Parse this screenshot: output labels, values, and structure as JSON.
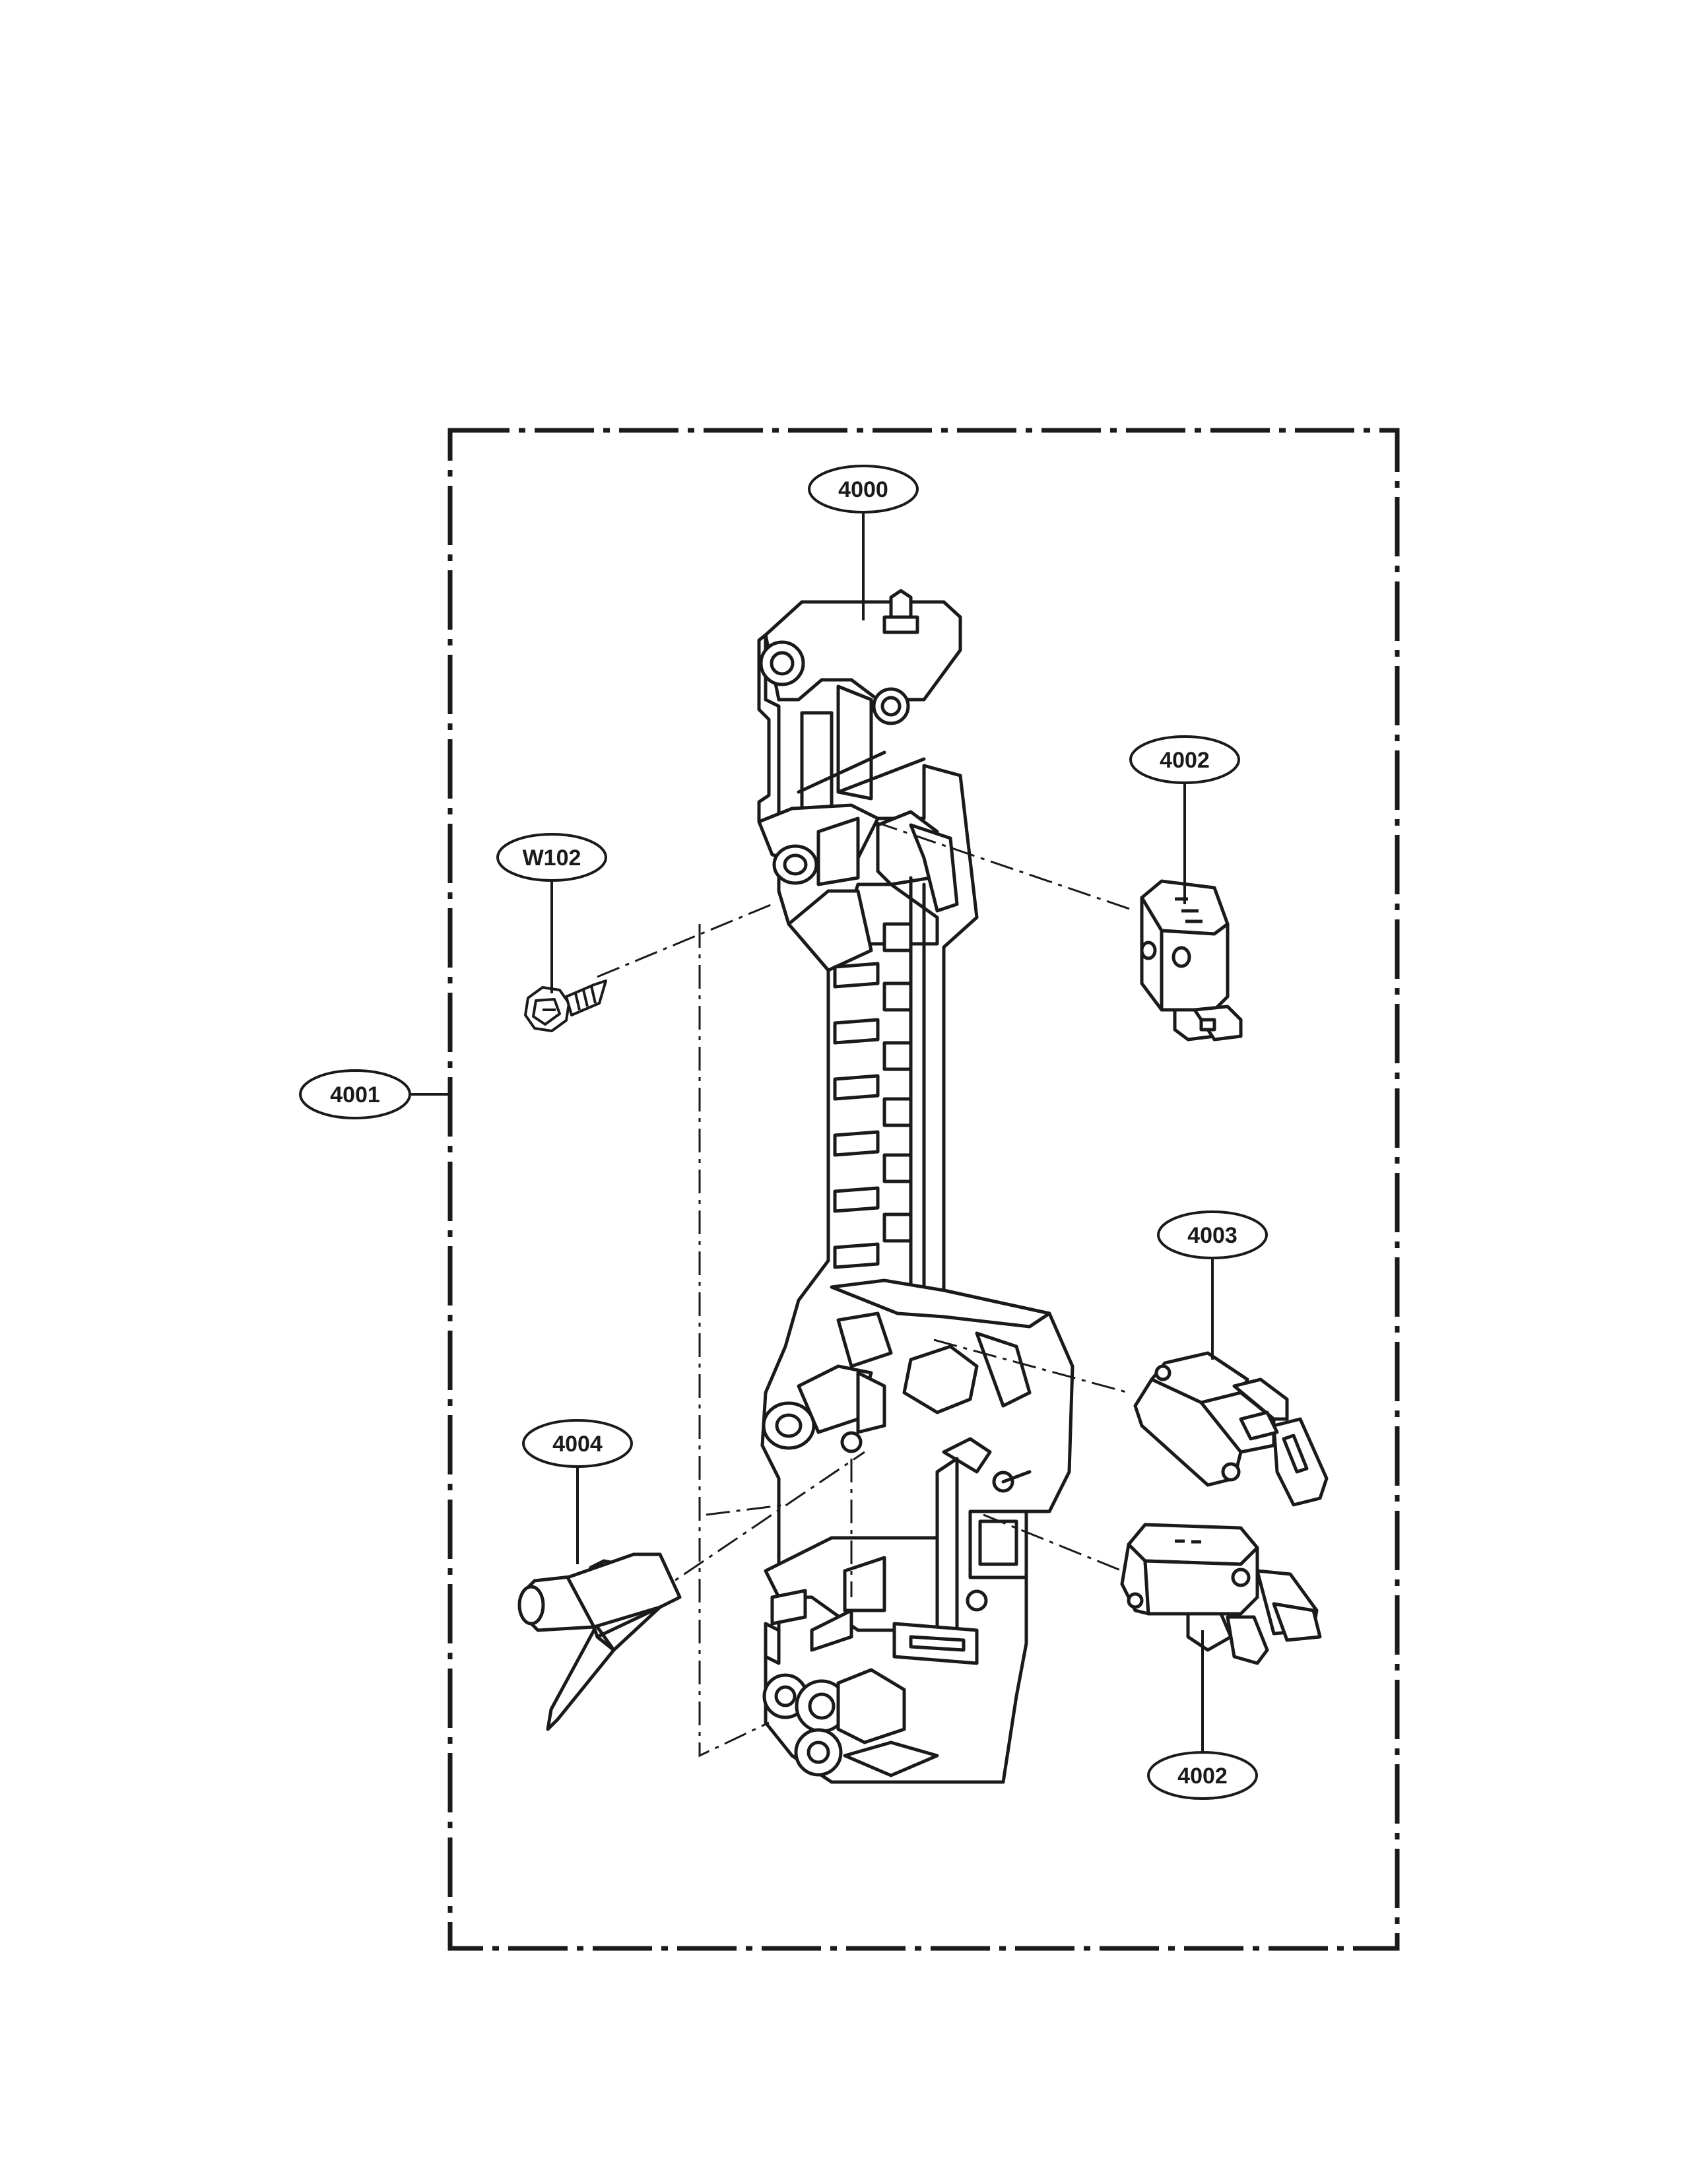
{
  "diagram": {
    "callouts": [
      {
        "id": "c4000",
        "label": "4000"
      },
      {
        "id": "c4002a",
        "label": "4002"
      },
      {
        "id": "cw102",
        "label": "W102"
      },
      {
        "id": "c4001",
        "label": "4001"
      },
      {
        "id": "c4003",
        "label": "4003"
      },
      {
        "id": "c4004",
        "label": "4004"
      },
      {
        "id": "c4002b",
        "label": "4002"
      }
    ],
    "colors": {
      "ink": "#1a1a1a",
      "paper": "#ffffff",
      "shade": "#e6e6e6"
    }
  }
}
